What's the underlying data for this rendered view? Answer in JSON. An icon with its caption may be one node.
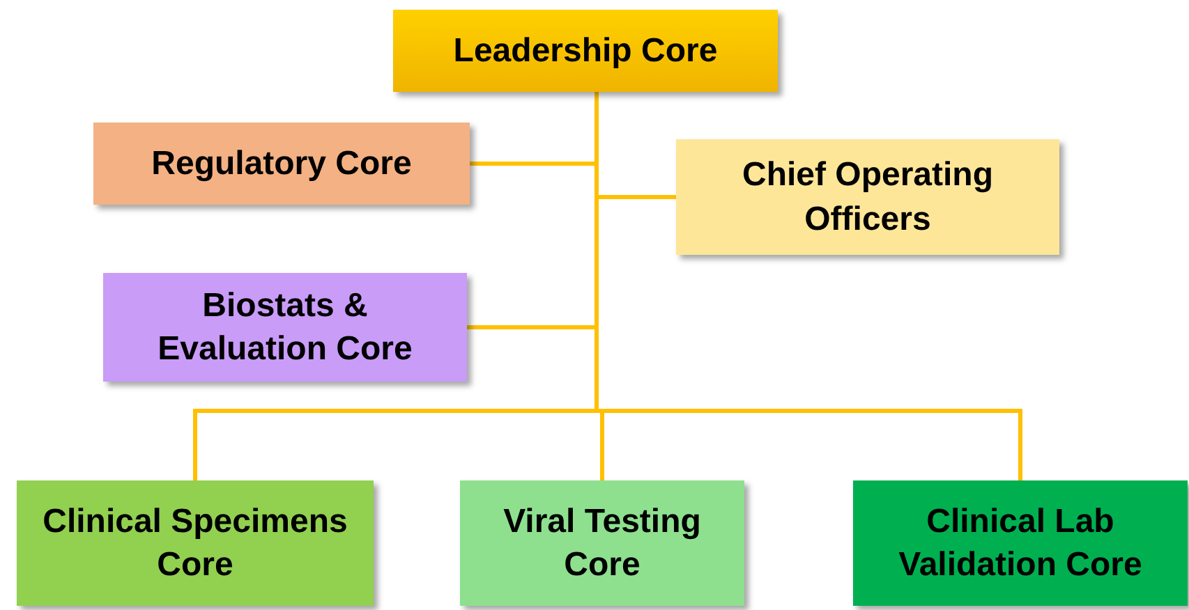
{
  "diagram": {
    "nodes": [
      {
        "text": [
          "Leadership Core"
        ]
      },
      {
        "text": [
          "Regulatory Core"
        ]
      },
      {
        "text": [
          "Chief Operating Officers"
        ]
      },
      {
        "text": [
          "Biostats & Evaluation Core"
        ]
      },
      {
        "text": [
          "Clinical Specimens Core"
        ]
      },
      {
        "text": [
          "Viral Testing Core"
        ]
      },
      {
        "text": [
          "Clinical Lab Validation Core"
        ]
      }
    ],
    "edges": [
      {
        "from": 0,
        "to": 1,
        "arrow": "none"
      },
      {
        "from": 0,
        "to": 2,
        "arrow": "none"
      },
      {
        "from": 0,
        "to": 3,
        "arrow": "none"
      },
      {
        "from": 0,
        "to": 4,
        "arrow": "none"
      },
      {
        "from": 0,
        "to": 5,
        "arrow": "none"
      },
      {
        "from": 0,
        "to": 6,
        "arrow": "none"
      }
    ]
  }
}
